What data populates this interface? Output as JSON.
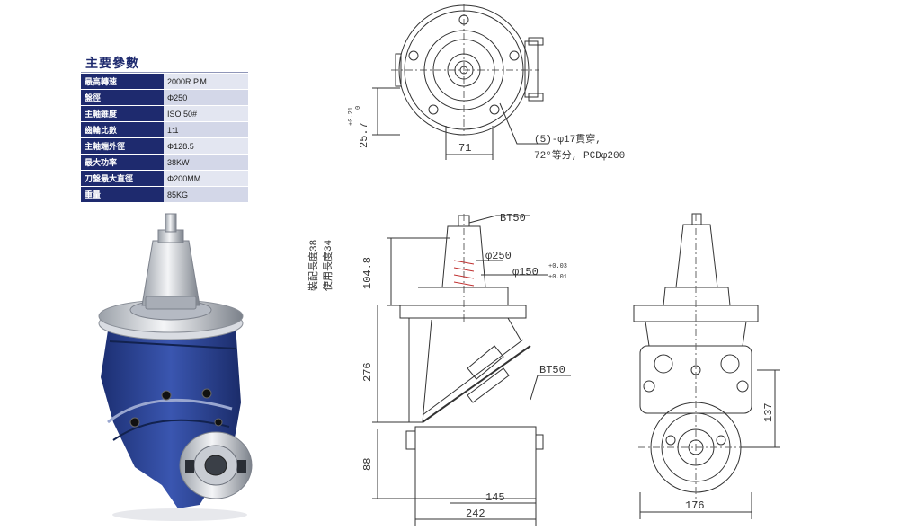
{
  "spec": {
    "title": "主要參數",
    "rows": [
      {
        "label": "最高轉速",
        "value": "2000R.P.M"
      },
      {
        "label": "盤徑",
        "value": "Φ250"
      },
      {
        "label": "主軸錐度",
        "value": "ISO 50#"
      },
      {
        "label": "齒輪比數",
        "value": "1:1"
      },
      {
        "label": "主軸端外徑",
        "value": "Φ128.5"
      },
      {
        "label": "最大功率",
        "value": "38KW"
      },
      {
        "label": "刀盤最大直徑",
        "value": "Φ200MM"
      },
      {
        "label": "重量",
        "value": "85KG"
      }
    ]
  },
  "drawing": {
    "dim_25_7": "25.7",
    "tol_upper": "+0.21",
    "tol_lower": "0",
    "dim_71": "71",
    "note_line1": "(5)-φ17貫穿,",
    "note_line2": "72°等分, PCDφ200",
    "label_bt50_top": "BT50",
    "dim_phi250": "φ250",
    "dim_phi150": "φ150",
    "tol_150_upper": "+0.03",
    "tol_150_lower": "+0.01",
    "vertical_note1": "裝配長度38",
    "vertical_note2": "使用長度34",
    "dim_104_8": "104.8",
    "dim_276": "276",
    "label_bt50_side": "BT50",
    "dim_88": "88",
    "dim_145": "145",
    "dim_242": "242",
    "dim_137": "137",
    "dim_176": "176"
  },
  "colors": {
    "table_header_bg": "#1e2a6e",
    "table_value_bg": "#e3e6f1",
    "product_blue": "#2f4a9c"
  }
}
